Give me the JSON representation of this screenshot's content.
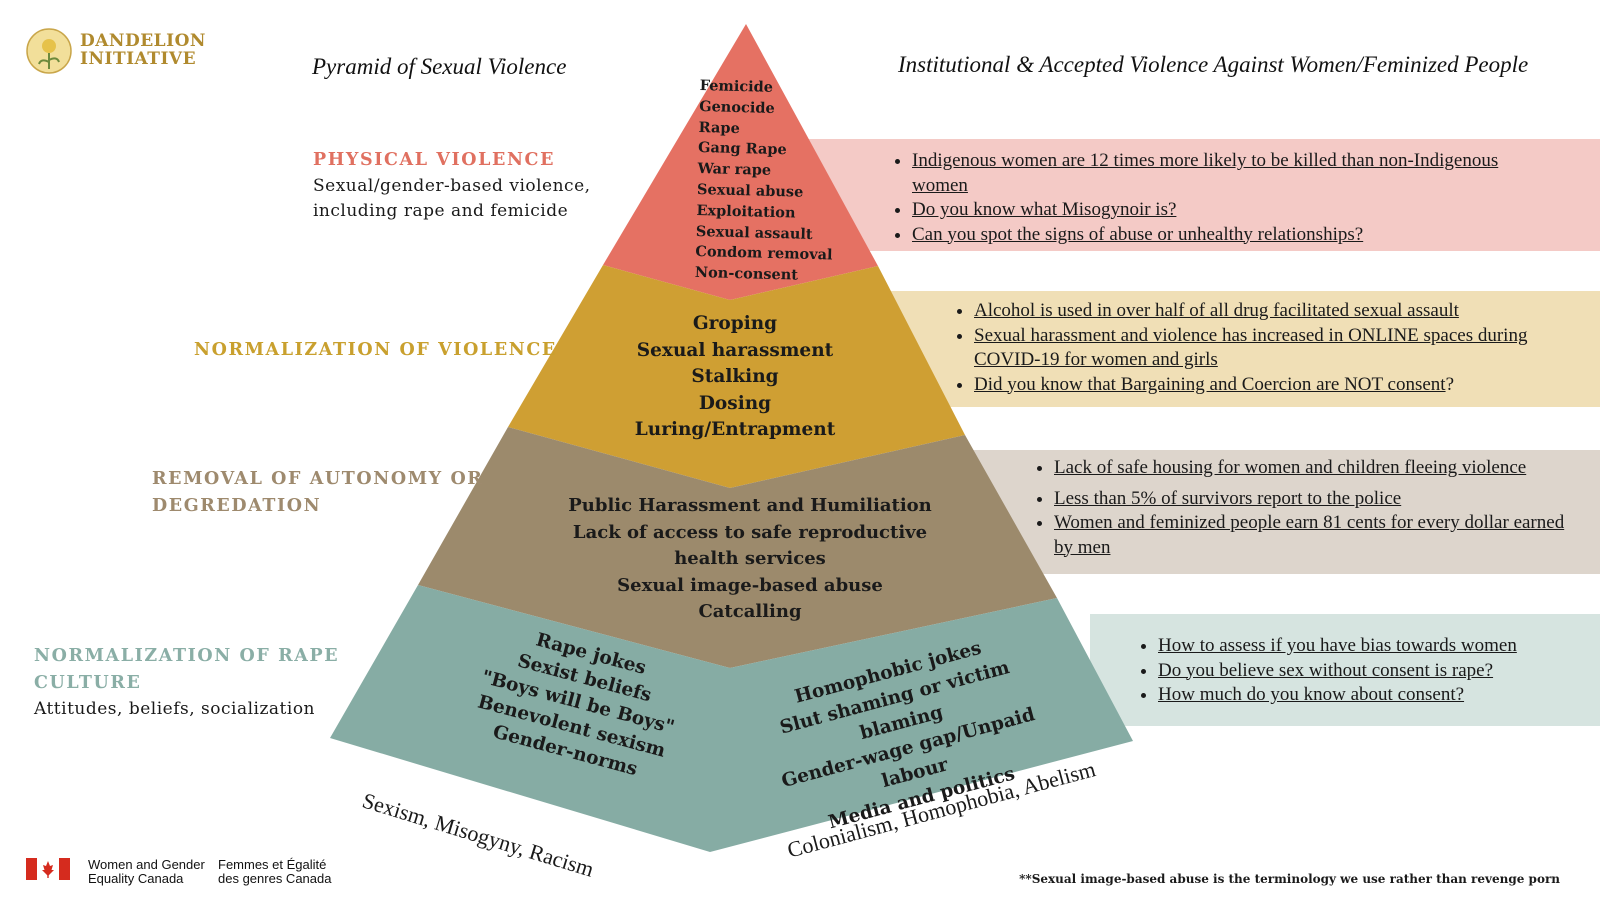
{
  "logo": {
    "line1": "DANDELION",
    "line2": "INITIATIVE"
  },
  "titles": {
    "left": "Pyramid of Sexual Violence",
    "right": "Institutional & Accepted Violence Against Women/Feminized People"
  },
  "categories": {
    "physical": {
      "title": "PHYSICAL VIOLENCE",
      "desc1": "Sexual/gender-based violence,",
      "desc2": "including rape and femicide",
      "color": "#e07060"
    },
    "normalization_violence": {
      "title": "NORMALIZATION OF VIOLENCE",
      "color": "#c9a02e"
    },
    "removal_autonomy": {
      "title1": "REMOVAL OF AUTONOMY OR",
      "title2": "DEGREDATION",
      "color": "#9e8a6e"
    },
    "rape_culture": {
      "title1": "NORMALIZATION OF RAPE",
      "title2": "CULTURE",
      "desc": "Attitudes, beliefs, socialization",
      "color": "#8aaea6"
    }
  },
  "tiers": {
    "top": [
      "Femicide",
      "Genocide",
      "Rape",
      "Gang Rape",
      "War rape",
      "Sexual abuse",
      "Exploitation",
      "Sexual assault",
      "Condom removal",
      "Non-consent"
    ],
    "second": [
      "Groping",
      "Sexual harassment",
      "Stalking",
      "Dosing",
      "Luring/Entrapment"
    ],
    "third": [
      "Public Harassment and Humiliation",
      "Lack of access to safe reproductive",
      "health services",
      "Sexual image-based abuse",
      "Catcalling"
    ],
    "base_left": [
      "Rape jokes",
      "Sexist beliefs",
      "\"Boys will be Boys\"",
      "Benevolent sexism",
      "Gender-norms"
    ],
    "base_right": [
      "Homophobic jokes",
      "Slut shaming or victim blaming",
      "Gender-wage gap/Unpaid labour",
      "Media and politics"
    ],
    "edge_left": "Sexism, Misogyny, Racism",
    "edge_right": "Colonialism, Homophobia, Abelism"
  },
  "links": {
    "band1": [
      "Indigenous women are 12 times more likely to be killed than non-Indigenous women",
      "Do you know what Misogynoir is?",
      "Can you spot the signs of abuse or unhealthy relationships?"
    ],
    "band2": [
      "Alcohol is used in over half of all drug facilitated sexual assault",
      "Sexual harassment and violence has increased in ONLINE spaces during COVID-19 for women and girls",
      "Did you know that Bargaining and Coercion are NOT consent"
    ],
    "band2_suffix": " ?",
    "band3": [
      "Lack of safe housing for women and children fleeing violence",
      "Less than 5% of survivors report to the police",
      "Women and feminized people earn 81 cents for every dollar earned by men"
    ],
    "band4": [
      "How to assess if you have bias towards women",
      "Do you believe sex without consent is rape?",
      "How much do you know about consent?"
    ]
  },
  "footer": {
    "gov_en1": "Women and Gender",
    "gov_en2": "Equality Canada",
    "gov_fr1": "Femmes et Égalité",
    "gov_fr2": "des genres Canada",
    "footnote": "**Sexual image-based abuse is the terminology we use rather than revenge porn"
  },
  "colors": {
    "red": "#e57163",
    "red_band": "#f4cac6",
    "gold": "#cf9f33",
    "gold_band": "#f0dfb6",
    "brown": "#9c8a6c",
    "brown_band": "#ddd5cc",
    "teal": "#86aca4",
    "teal_band": "#d6e4e0"
  }
}
